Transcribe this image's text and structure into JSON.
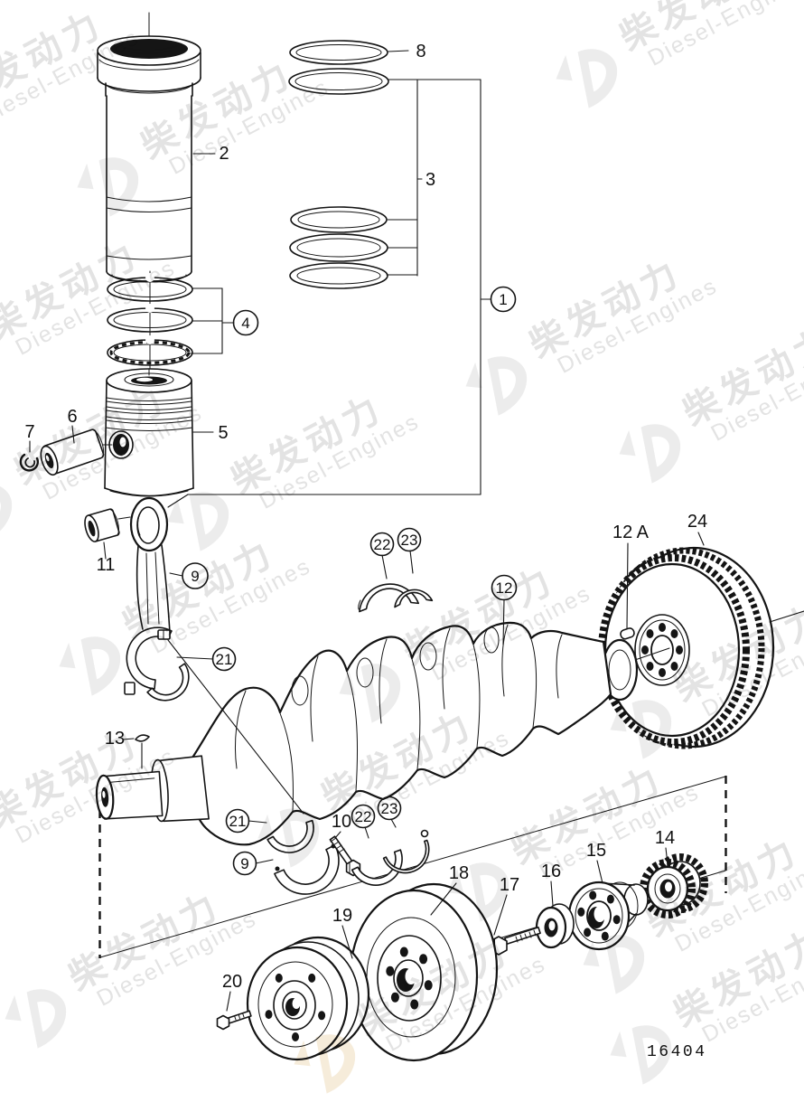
{
  "document": {
    "drawing_number": "16404"
  },
  "watermark": {
    "cn": "柴发动力",
    "en": "Diesel-Engines"
  },
  "colors": {
    "line": "#141414",
    "background": "#ffffff",
    "watermark_text": "#e3e3e3",
    "watermark_logo": "#ececec",
    "watermark_cream": "#f6ecda"
  },
  "callouts": {
    "plain": [
      "8",
      "3",
      "2",
      "5",
      "6",
      "7",
      "11",
      "12 A",
      "24",
      "13",
      "10",
      "18",
      "17",
      "16",
      "15",
      "14",
      "19",
      "20"
    ],
    "circled": [
      "1",
      "4",
      "9",
      "21",
      "22",
      "23",
      "12",
      "21",
      "9",
      "22",
      "23"
    ]
  }
}
